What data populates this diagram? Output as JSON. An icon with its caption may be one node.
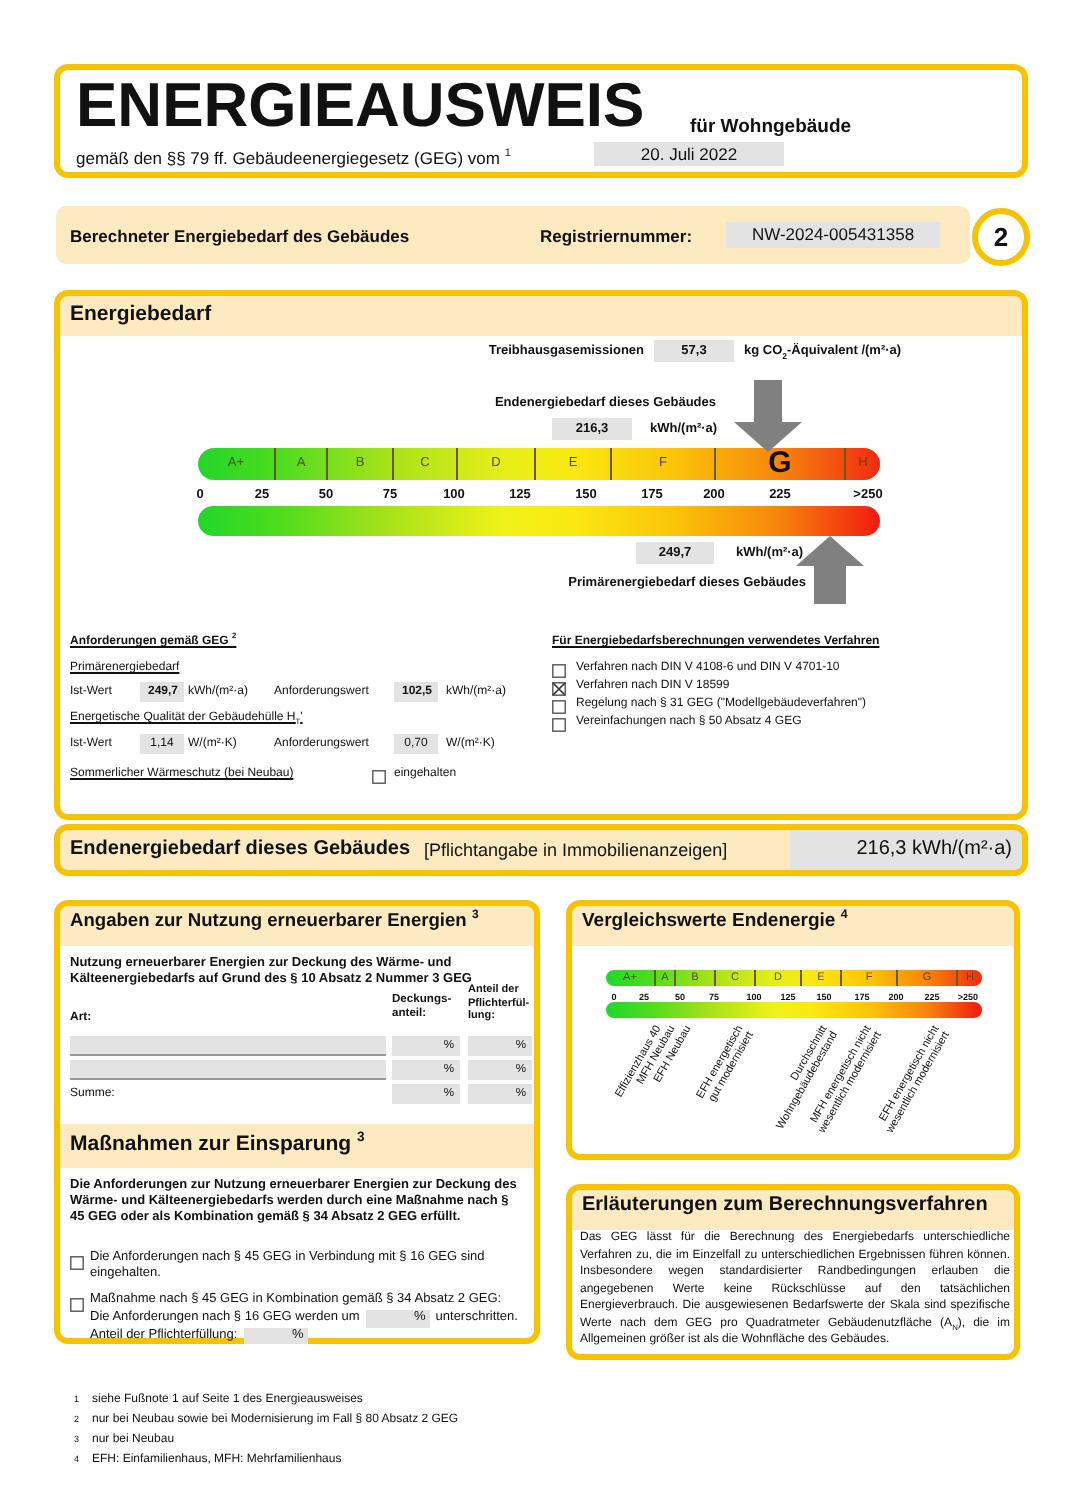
{
  "diagram": {
    "nodes": [
      {
        "text": [
          "ENERGIEAUSWEIS",
          "für Wohngebäude",
          "gemäß den §§ 79 ff. Gebäudeenergiegesetz (GEG) vom $^{1}$",
          "20. Juli 2022"
        ]
      },
      {
        "text": [
          "Berechneter Energiebedarf des Gebäudes",
          "Registriernummer:",
          "NW-2024-005431358"
        ]
      },
      {
        "text": [
          "2"
        ]
      },
      {
        "text": [
          "Energiebedarf",
          "Treibhausgasemissionen",
          "57,3",
          "kg CO$_{2}$-Äquivalent /(m²·a)",
          "Endenergiebedarf dieses Gebäudes",
          "216,3",
          "kWh/(m²·a)",
          "0",
          "25",
          "50",
          "75",
          "100",
          "125",
          "150",
          "175",
          "200",
          "225",
          ">250",
          "249,7",
          "kWh/(m²·a)",
          "Primärenergiebedarf dieses Gebäudes",
          "Anforderungen gemäß GEG $^{2}$",
          "Primärenergiebedarf",
          "Ist-Wert",
          "249,7",
          "kWh/(m²·a)",
          "Anforderungswert",
          "102,5",
          "kWh/(m²·a)",
          "Energetische Qualität der Gebäudehülle H$_{T}$'",
          "Ist-Wert",
          "1,14",
          "W/(m²·K)",
          "Anforderungswert",
          "0,70",
          "W/(m²·K)",
          "Sommerlicher Wärmeschutz (bei Neubau)",
          "eingehalten",
          "Für Energiebedarfsberechnungen verwendetes Verfahren",
          "Verfahren nach DIN V 4108-6 und DIN V 4701-10",
          "Verfahren nach DIN V 18599",
          "Regelung nach § 31 GEG (\"Modellgebäudeverfahren\")",
          "Vereinfachungen nach § 50 Absatz 4 GEG"
        ]
      },
      {
        "text": [
          "A+",
          "A",
          "B",
          "C",
          "D",
          "E",
          "F",
          "G",
          "H"
        ],
        "in": 3
      },
      {
        "text": [
          "Endenergiebedarf dieses Gebäudes",
          "[Pflichtangabe in Immobilienanzeigen]",
          "216,3 kWh/(m²·a)"
        ]
      },
      {
        "text": [
          "Angaben zur Nutzung erneuerbarer Energien $^{3}$",
          "Nutzung erneuerbarer Energien zur Deckung des Wärme- und Kälteenergiebedarfs auf Grund des § 10 Absatz 2 Nummer 3 GEG",
          "Art:",
          "Deckungs- anteil:",
          "Anteil der Pflichterfül- lung:",
          "%",
          "%",
          "%",
          "%",
          "Summe:",
          "%",
          "%",
          "Maßnahmen zur Einsparung $^{3}$",
          "Die Anforderungen zur Nutzung erneuerbarer Energien zur Deckung des Wärme- und Kälteenergiebedarfs werden durch eine Maßnahme nach § 45 GEG oder als Kombination gemäß § 34 Absatz 2 GEG erfüllt.",
          "Die Anforderungen nach § 45 GEG in Verbindung mit § 16 GEG sind eingehalten.",
          "Maßnahme nach § 45 GEG in Kombination gemäß § 34 Absatz 2 GEG: Die Anforderungen nach § 16 GEG werden um",
          "%",
          "unterschritten. Anteil der Pflichterfüllung:",
          "%"
        ]
      },
      {
        "text": [
          "Vergleichswerte Endenergie $^{4}$",
          "0",
          "25",
          "50",
          "75",
          "100",
          "125",
          "150",
          "175",
          "200",
          "225",
          ">250",
          "Effizienzhaus 40",
          "MFH Neubau",
          "EFH Neubau",
          "EFH energetisch gut modernisiert",
          "Durchschnitt Wohngebäudebestand",
          "MFH energetisch nicht wesentlich modernisiert",
          "EFH energetisch nicht wesentlich modernisiert"
        ]
      },
      {
        "text": [
          "A+",
          "A",
          "B",
          "C",
          "D",
          "E",
          "F",
          "G",
          "H"
        ],
        "in": 7
      },
      {
        "text": [
          "Erläuterungen zum Berechnungsverfahren",
          "Das GEG lässt für die Berechnung des Energiebedarfs unterschiedliche Verfahren zu, die im Einzelfall zu unterschiedlichen Ergebnissen führen können. Insbesondere wegen standardisierter Randbedingungen erlauben die angegebenen Werte keine Rückschlüsse auf den tatsächlichen Energieverbrauch. Die ausgewiesenen Bedarfswerte der Skala sind spezifische Werte nach dem GEG pro Quadratmeter Gebäudenutzfläche (A$_{N}$), die im Allgemeinen größer ist als die Wohnfläche des Gebäudes."
        ]
      },
      {
        "text": [],
        "shape": "bar",
        "in": 3
      },
      {
        "text": [],
        "shape": "bar",
        "in": 7
      }
    ],
    "labels": [
      "1",
      "siehe Fußnote 1 auf Seite 1 des Energieausweises",
      "2",
      "nur bei Neubau sowie bei Modernisierung im Fall § 80 Absatz 2 GEG",
      "3",
      "nur bei Neubau",
      "4",
      "EFH: Einfamilienhaus, MFH: Mehrfamilienhaus"
    ]
  }
}
